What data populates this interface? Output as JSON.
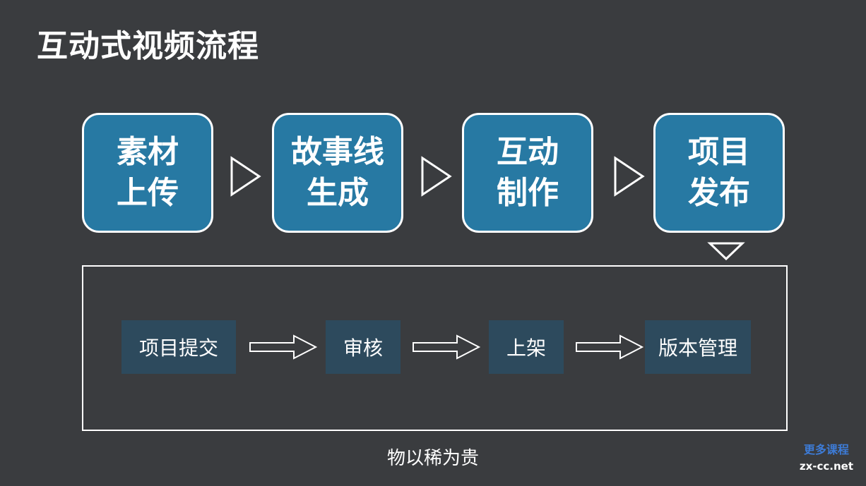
{
  "title": "互动式视频流程",
  "stages": [
    {
      "line1": "素材",
      "line2": "上传"
    },
    {
      "line1": "故事线",
      "line2": "生成"
    },
    {
      "line1": "互动",
      "line2": "制作"
    },
    {
      "line1": "项目",
      "line2": "发布"
    }
  ],
  "publish_steps": [
    "项目提交",
    "审核",
    "上架",
    "版本管理"
  ],
  "subtitle": "物以稀为贵",
  "watermark": {
    "line1": "更多课程",
    "line2": "zx-cc.net"
  },
  "colors": {
    "background": "#3a3c3f",
    "stage_fill": "#2779a3",
    "step_fill": "#2d4a5d",
    "outline": "#ffffff",
    "watermark_blue": "#3d7bd6"
  }
}
